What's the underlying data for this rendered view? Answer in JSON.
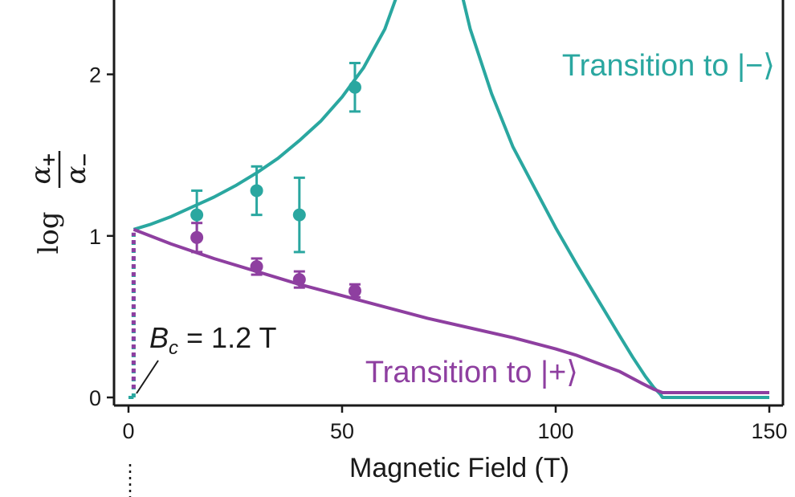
{
  "chart_data": {
    "type": "line",
    "xlabel": "Magnetic Field (T)",
    "ylabel": {
      "prefix": "log",
      "numerator": "α",
      "numerator_sub": "+",
      "denominator": "α",
      "denominator_sub": "−"
    },
    "xlim": [
      0,
      150
    ],
    "ylim": [
      0,
      2.5
    ],
    "x_ticks": [
      0,
      50,
      100,
      150
    ],
    "y_ticks": [
      0,
      1,
      2
    ],
    "grid": false,
    "series": [
      {
        "name": "Transition to |−⟩",
        "label_text": "Transition to |−⟩",
        "color": "#2aa7a0",
        "x": [
          1.2,
          5,
          10,
          15,
          20,
          25,
          30,
          35,
          40,
          45,
          50,
          55,
          60,
          63,
          78,
          80,
          85,
          90,
          95,
          100,
          105,
          110,
          115,
          118,
          121,
          123,
          124.5,
          125,
          150
        ],
        "y": [
          1.04,
          1.07,
          1.12,
          1.18,
          1.24,
          1.31,
          1.39,
          1.48,
          1.59,
          1.71,
          1.86,
          2.04,
          2.28,
          2.5,
          2.5,
          2.28,
          1.88,
          1.55,
          1.3,
          1.05,
          0.82,
          0.6,
          0.38,
          0.25,
          0.13,
          0.06,
          0.02,
          0.0,
          0.0
        ],
        "points": [
          {
            "x": 16,
            "y": 1.13,
            "err": 0.15
          },
          {
            "x": 30,
            "y": 1.28,
            "err": 0.15
          },
          {
            "x": 40,
            "y": 1.13,
            "err": 0.23
          },
          {
            "x": 53,
            "y": 1.92,
            "err": 0.15
          }
        ]
      },
      {
        "name": "Transition to |+⟩",
        "label_text": "Transition to |+⟩",
        "color": "#8e3fa0",
        "x": [
          1.2,
          10,
          20,
          30,
          40,
          50,
          60,
          70,
          80,
          90,
          100,
          105,
          110,
          115,
          120,
          123,
          124.5,
          125,
          150
        ],
        "y": [
          1.04,
          0.95,
          0.86,
          0.78,
          0.7,
          0.63,
          0.56,
          0.49,
          0.43,
          0.37,
          0.3,
          0.26,
          0.21,
          0.16,
          0.09,
          0.05,
          0.035,
          0.03,
          0.03
        ],
        "points": [
          {
            "x": 16,
            "y": 0.99,
            "err": 0.09
          },
          {
            "x": 30,
            "y": 0.81,
            "err": 0.05
          },
          {
            "x": 40,
            "y": 0.73,
            "err": 0.05
          },
          {
            "x": 53,
            "y": 0.66,
            "err": 0.04
          }
        ]
      }
    ],
    "annotation": {
      "symbol": "B",
      "subscript": "c",
      "text": " = 1.2 T",
      "x": 1.2
    }
  }
}
